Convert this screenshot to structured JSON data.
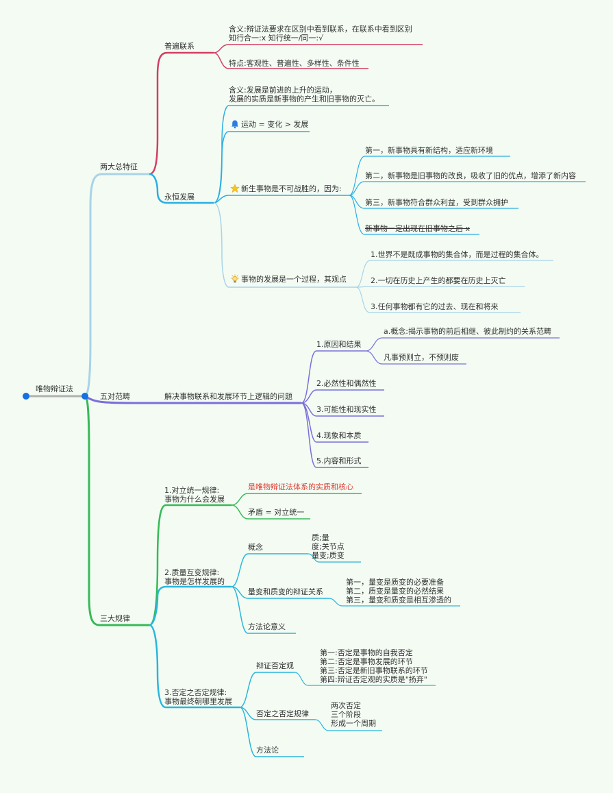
{
  "root": "唯物辩证法",
  "branch1": {
    "label": "两大总特征",
    "pubian": {
      "label": "普遍联系",
      "meaning_l1": "含义:辩证法要求在区别中看到联系，在联系中看到区别",
      "meaning_l2": "知行合一:x        知行统一/同一:√",
      "traits": "特点:客观性、普遍性、多样性、条件性"
    },
    "yongheng": {
      "label": "永恒发展",
      "meaning_l1": "含义:发展是前进的上升的运动，",
      "meaning_l2": "发展的实质是新事物的产生和旧事物的灭亡。",
      "motion": "运动 = 变化 > 发展",
      "newthing": {
        "label": "新生事物是不可战胜的，因为:",
        "items": [
          "第一，新事物具有新结构，适应新环境",
          "第二，新事物是旧事物的改良，吸收了旧的优点，增添了新内容",
          "第三，新事物符合群众利益，受到群众拥护",
          "新事物一定出现在旧事物之后  x"
        ]
      },
      "process": {
        "label": "事物的发展是一个过程，其观点",
        "items": [
          "1.世界不是既成事物的集合体，而是过程的集合体。",
          "2.一切在历史上产生的都要在历史上灭亡",
          "3.任何事物都有它的过去、现在和将来"
        ]
      }
    }
  },
  "branch2": {
    "label": "五对范畴",
    "sub": "解决事物联系和发展环节上逻辑的问题",
    "cause": {
      "label": "1.原因和结果",
      "items": [
        "a.概念:揭示事物的前后相继、彼此制约的关系范畴",
        "凡事预则立，不预则废"
      ]
    },
    "others": [
      "2.必然性和偶然性",
      "3.可能性和现实性",
      "4.现象和本质",
      "5.内容和形式"
    ]
  },
  "branch3": {
    "label": "三大规律",
    "law1": {
      "label_l1": "1.对立统一规律:",
      "label_l2": "事物为什么会发展",
      "core": "是唯物辩证法体系的实质和核心",
      "contradiction": "矛盾 = 对立统一"
    },
    "law2": {
      "label_l1": "2.质量互变规律:",
      "label_l2": "事物是怎样发展的",
      "concept": {
        "label": "概念",
        "lines": [
          "质;量",
          "度;关节点",
          "量变;质变"
        ]
      },
      "relation": {
        "label": "量变和质变的辩证关系",
        "lines": [
          "第一，量变是质变的必要准备",
          "第二，质变是量变的必然结果",
          "第三，量变和质变是相互渗透的"
        ]
      },
      "method": "方法论意义"
    },
    "law3": {
      "label_l1": "3.否定之否定规律:",
      "label_l2": "事物最终朝哪里发展",
      "view": {
        "label": "辩证否定观",
        "lines": [
          "第一:否定是事物的自我否定",
          "第二:否定是事物发展的环节",
          "第三:否定是新旧事物联系的环节",
          "第四:辩证否定观的实质是\"扬弃\""
        ]
      },
      "rule": {
        "label": "否定之否定规律",
        "lines": [
          "两次否定",
          "三个阶段",
          "形成一个周期"
        ]
      },
      "method": "方法论"
    }
  },
  "colors": {
    "root": "#b0b0b0",
    "branch1": "#a9d3e8",
    "pubian": "#d43d63",
    "yongheng": "#2aaee3",
    "branch2": "#7b6fd8",
    "branch3": "#37b957",
    "law23": "#29b6dc",
    "node": "#1570e0"
  }
}
